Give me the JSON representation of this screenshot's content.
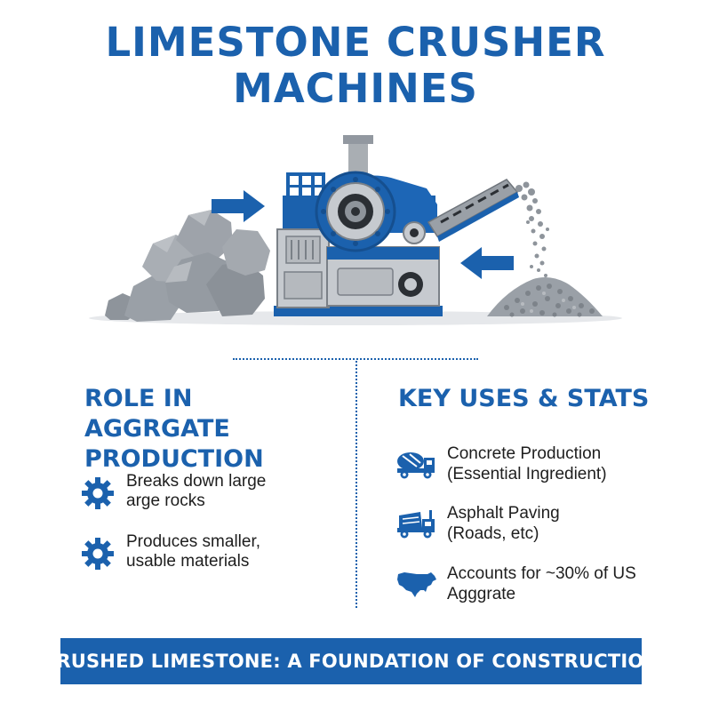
{
  "title": {
    "line1": "LIMESTONE CRUSHER",
    "line2": "MACHINES"
  },
  "icons": {
    "hero": [
      "limestone-rock-pile",
      "input-arrow",
      "crusher-machine",
      "conveyor-belt",
      "output-arrow",
      "crushed-gravel-pile"
    ],
    "role_items": "gear-icon",
    "uses_items": [
      "concrete-mixer-truck-icon",
      "dump-truck-icon",
      "us-map-icon"
    ]
  },
  "colors": {
    "accent": "#1b61ad",
    "rock": "#8b9198",
    "machine_gray": "#c6cacf"
  },
  "role": {
    "heading_line1": "ROLE IN AGGRGATE",
    "heading_line2": "PRODUCTION",
    "items": [
      {
        "line1": "Breaks down large",
        "line2": "arge rocks"
      },
      {
        "line1": "Produces smaller,",
        "line2": "usable materials"
      }
    ]
  },
  "uses": {
    "heading": "KEY USES & STATS",
    "items": [
      {
        "line1": "Concrete Production",
        "line2": "(Essential Ingredient)"
      },
      {
        "line1": "Asphalt Paving",
        "line2": "(Roads, etc)"
      },
      {
        "line1": "Accounts for ~30% of US",
        "line2": "Agggrate"
      }
    ]
  },
  "banner": {
    "text": "CRUSHED LIMESTONE: A FOUNDATION OF CONSTRUCTION"
  }
}
